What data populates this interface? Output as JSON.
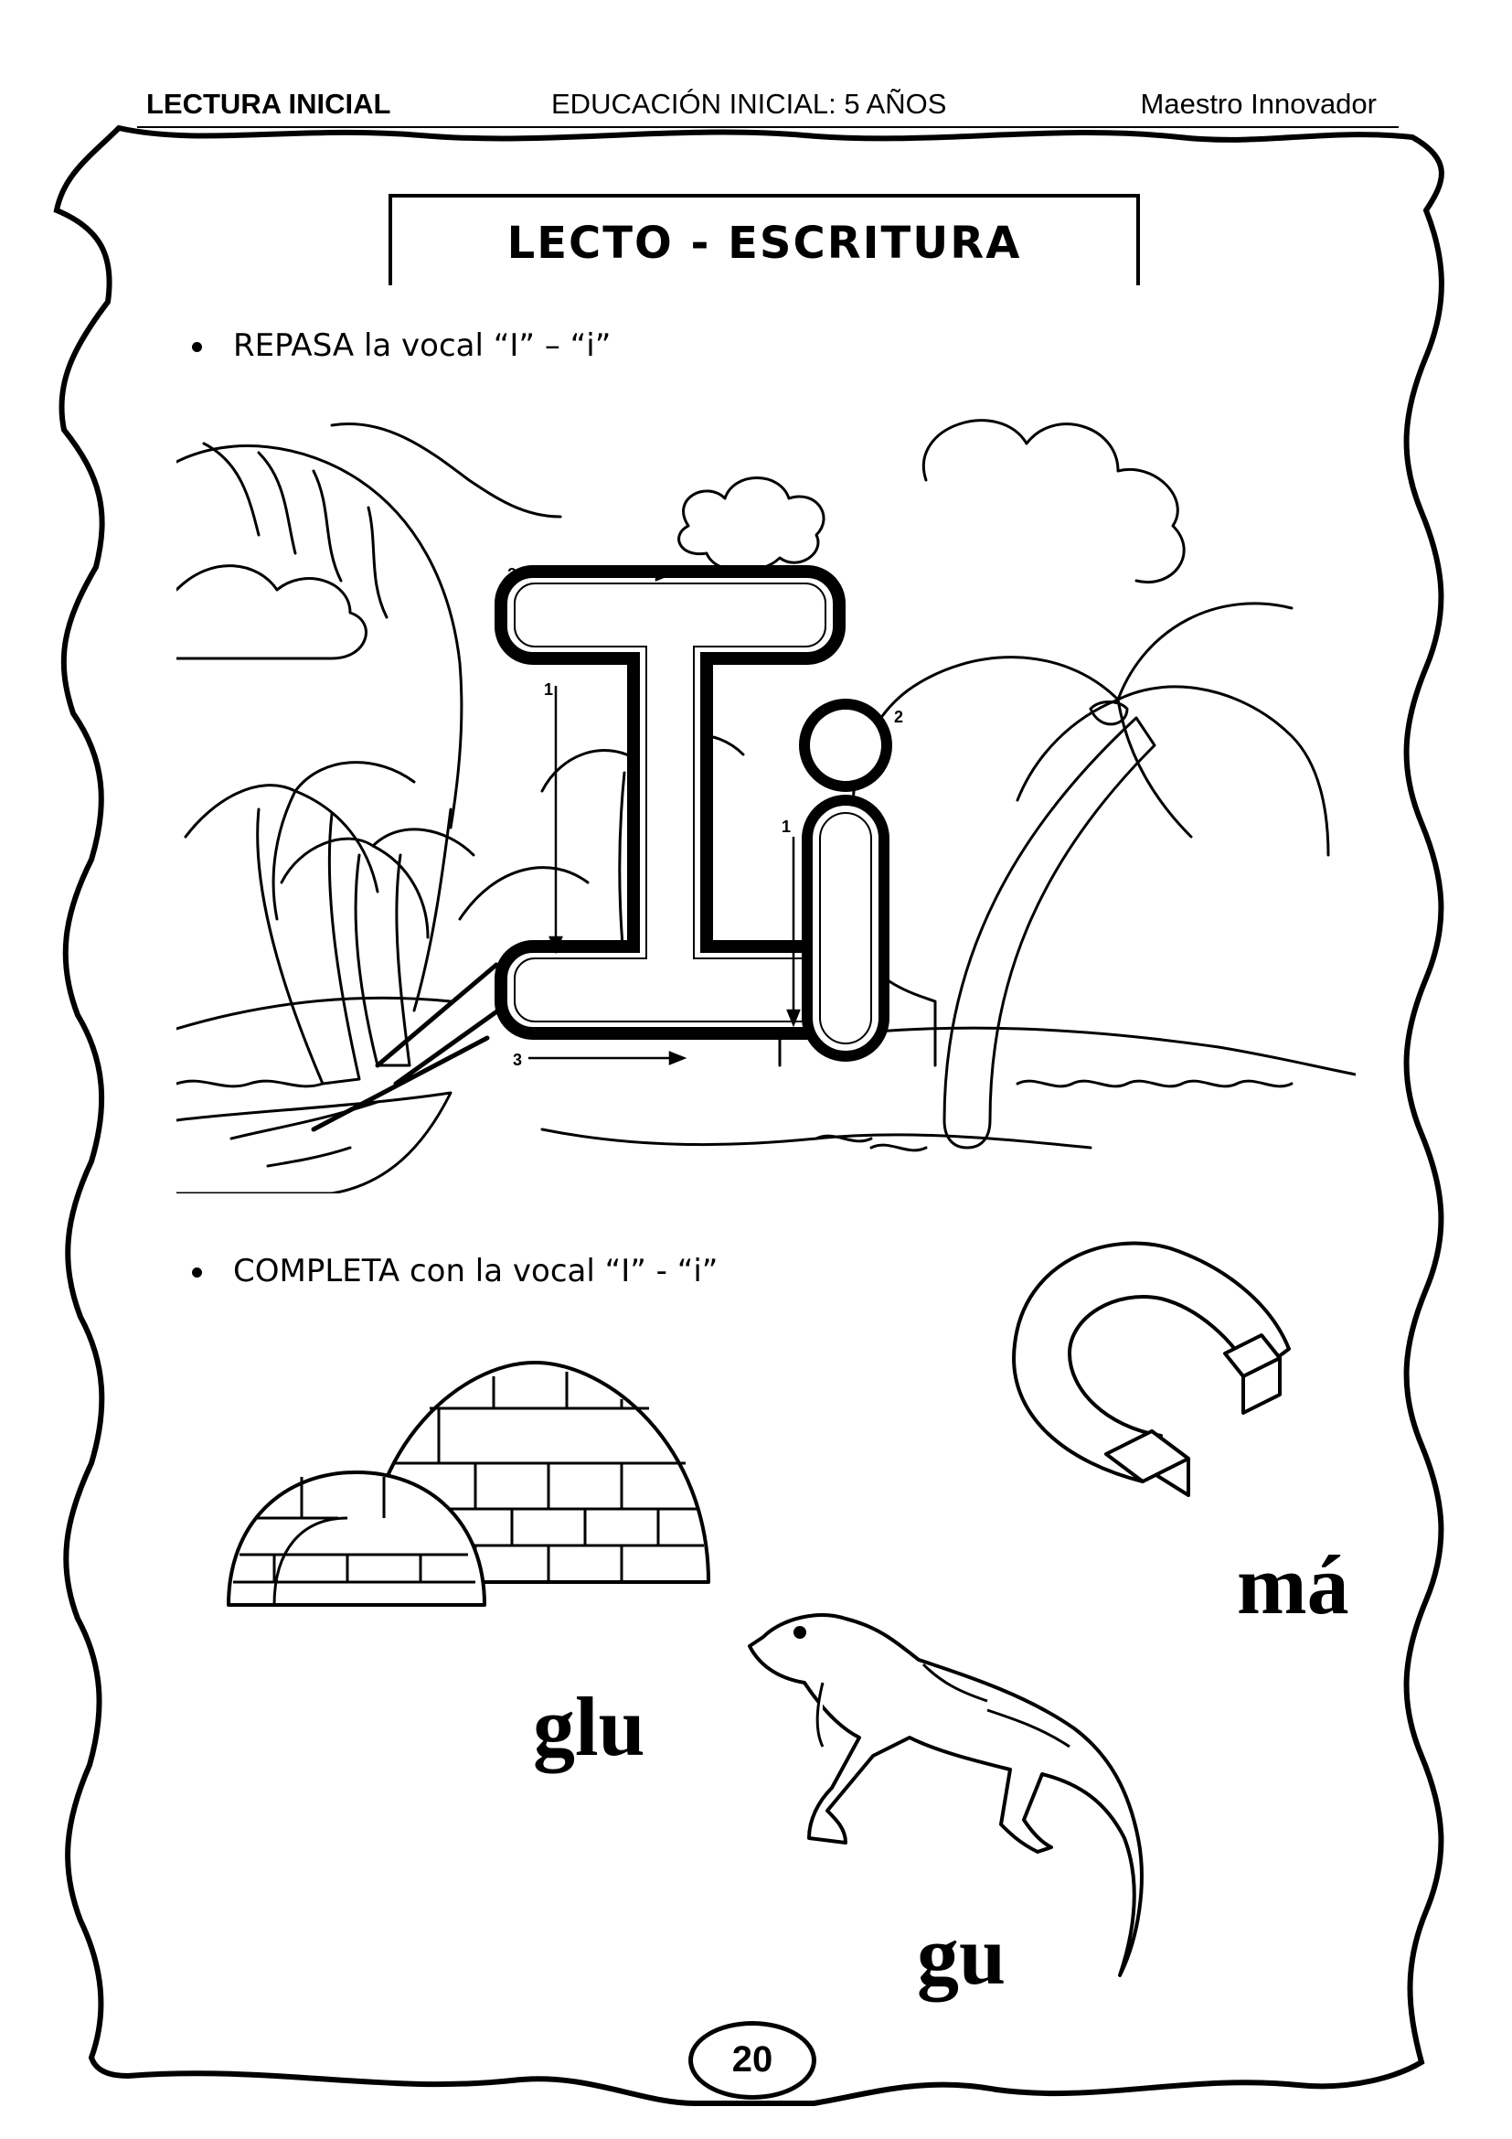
{
  "header": {
    "left": "LECTURA INICIAL",
    "center": "EDUCACIÓN INICIAL: 5 AÑOS",
    "right": "Maestro Innovador"
  },
  "title": "LECTO - ESCRITURA",
  "instructions": [
    "REPASA la vocal “I” – “i”",
    "COMPLETA con  la vocal “I” -  “i”"
  ],
  "stroke_numbers": [
    "2",
    "1",
    "3",
    "2",
    "1"
  ],
  "words": {
    "igloo": "glu",
    "magnet": "má",
    "iguana": "gu"
  },
  "page_number": "20"
}
